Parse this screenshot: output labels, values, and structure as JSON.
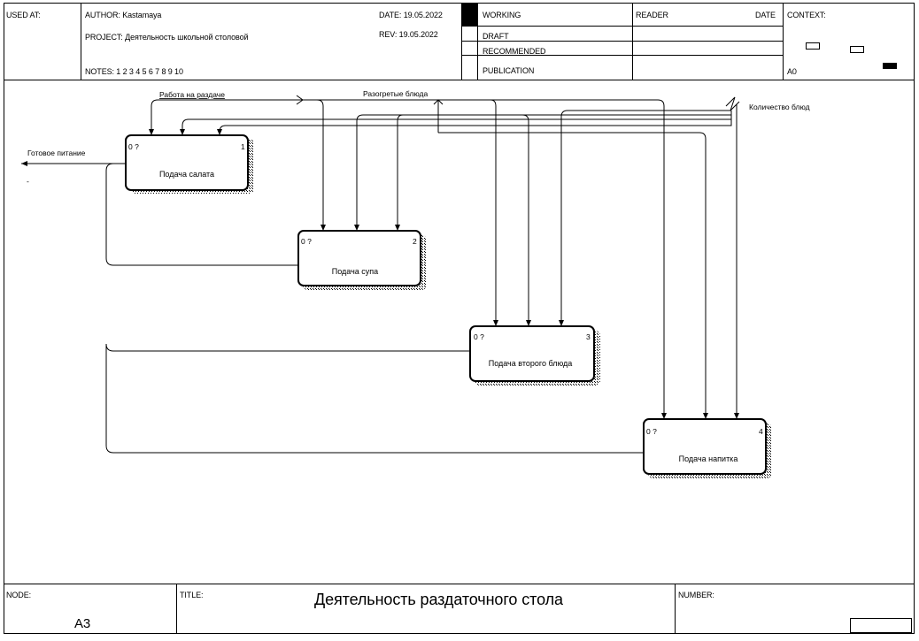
{
  "header": {
    "used_at_label": "USED AT:",
    "author": "AUTHOR:  Kastamaya",
    "project": "PROJECT:  Деятельность школьной столовой",
    "notes": "NOTES:  1  2  3  4  5  6  7  8  9  10",
    "date": "DATE:  19.05.2022",
    "rev": "REV:    19.05.2022",
    "status": [
      "WORKING",
      "DRAFT",
      "RECOMMENDED",
      "PUBLICATION"
    ],
    "reader": "READER",
    "date_col": "DATE",
    "context": "CONTEXT:",
    "context_node": "A0"
  },
  "footer": {
    "node_label": "NODE:",
    "node_value": "A3",
    "title_label": "TITLE:",
    "title_value": "Деятельность раздаточного стола",
    "number_label": "NUMBER:"
  },
  "diagram": {
    "boxes": [
      {
        "title": "Подача салата",
        "cost": "0 ?",
        "num": "1"
      },
      {
        "title": "Подача супа",
        "cost": "0 ?",
        "num": "2"
      },
      {
        "title": "Подача второго блюда",
        "cost": "0 ?",
        "num": "3"
      },
      {
        "title": "Подача напитка",
        "cost": "0 ?",
        "num": "4"
      }
    ],
    "arrows": {
      "output": "Готовое питание",
      "control_1": "Работа на раздаче",
      "control_2": "Разогретые блюда",
      "control_3": "Количество блюд"
    }
  }
}
